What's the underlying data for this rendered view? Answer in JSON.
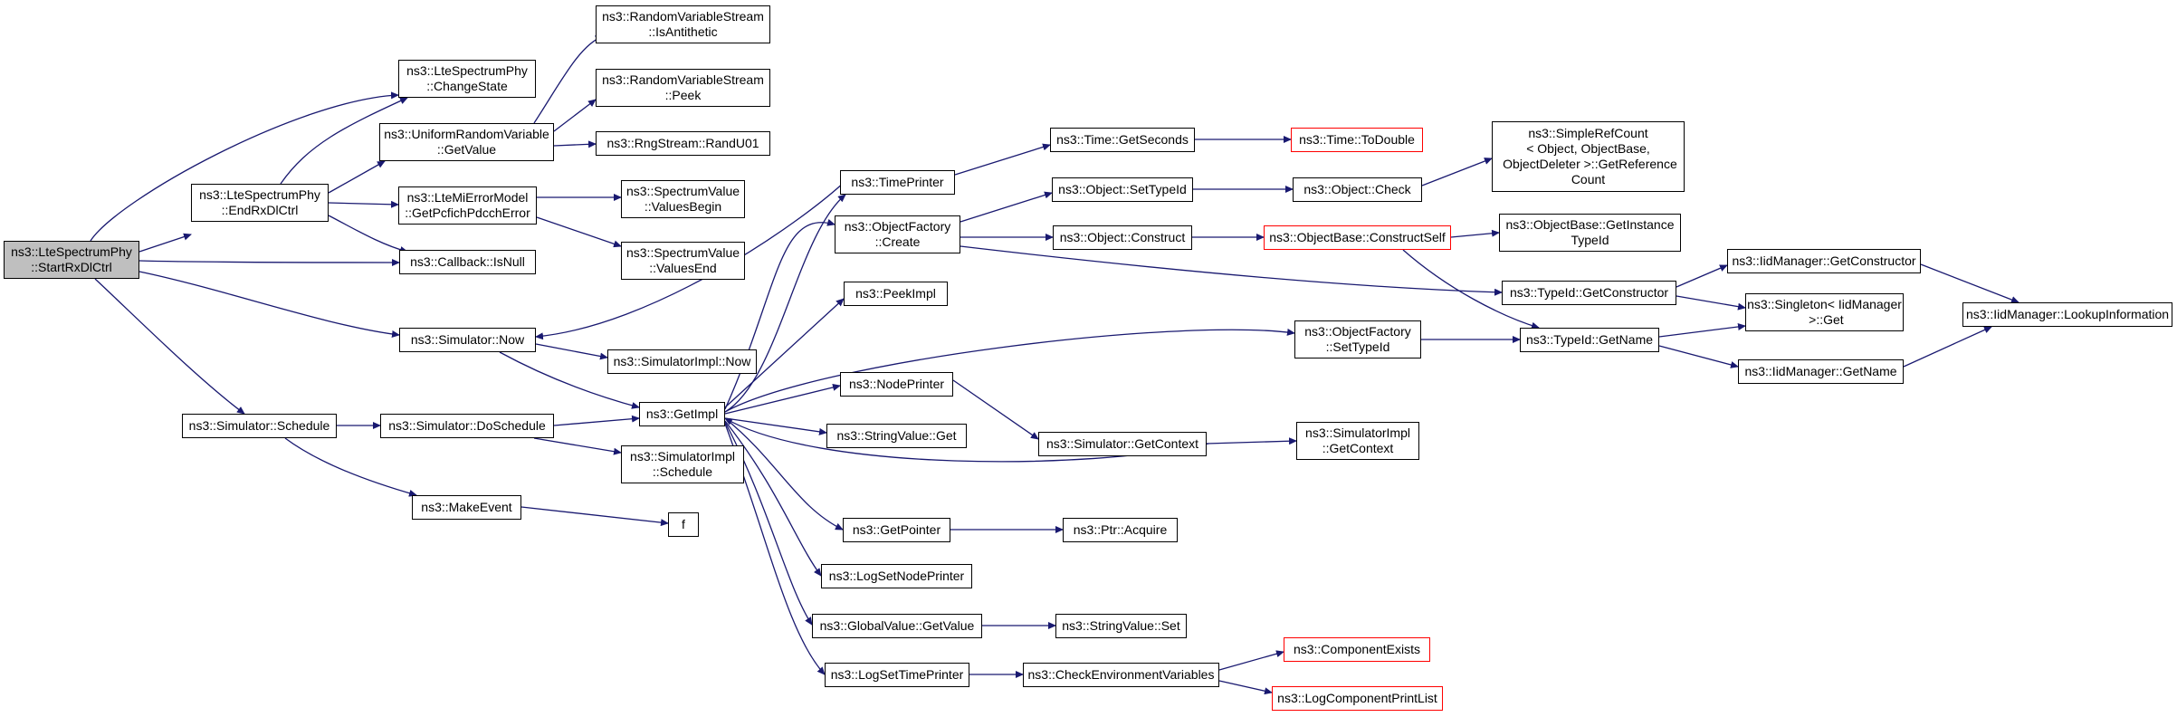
{
  "nodes": {
    "startrx": "ns3::LteSpectrumPhy\n::StartRxDlCtrl",
    "endrx": "ns3::LteSpectrumPhy\n::EndRxDlCtrl",
    "changestate": "ns3::LteSpectrumPhy\n::ChangeState",
    "urv_getvalue": "ns3::UniformRandomVariable\n::GetValue",
    "lteerr": "ns3::LteMiErrorModel\n::GetPcfichPdcchError",
    "cb_isnull": "ns3::Callback::IsNull",
    "rvs_isantithetic": "ns3::RandomVariableStream\n::IsAntithetic",
    "rvs_peek": "ns3::RandomVariableStream\n::Peek",
    "rng_randu01": "ns3::RngStream::RandU01",
    "sv_valuesbegin": "ns3::SpectrumValue\n::ValuesBegin",
    "sv_valuesend": "ns3::SpectrumValue\n::ValuesEnd",
    "sim_now": "ns3::Simulator::Now",
    "simimpl_now": "ns3::SimulatorImpl::Now",
    "getimpl": "ns3::GetImpl",
    "sim_schedule": "ns3::Simulator::Schedule",
    "sim_doschedule": "ns3::Simulator::DoSchedule",
    "simimpl_schedule": "ns3::SimulatorImpl\n::Schedule",
    "makeevent": "ns3::MakeEvent",
    "f": "f",
    "timeprinter": "ns3::TimePrinter",
    "objfactory_create": "ns3::ObjectFactory\n::Create",
    "peekimpl": "ns3::PeekImpl",
    "nodeprinter": "ns3::NodePrinter",
    "stringvalue_get": "ns3::StringValue::Get",
    "getpointer": "ns3::GetPointer",
    "logsetnodeprinter": "ns3::LogSetNodePrinter",
    "globalvalue_getvalue": "ns3::GlobalValue::GetValue",
    "logsettimeprinter": "ns3::LogSetTimePrinter",
    "time_getseconds": "ns3::Time::GetSeconds",
    "time_todouble": "ns3::Time::ToDouble",
    "object_settypeid": "ns3::Object::SetTypeId",
    "object_check": "ns3::Object::Check",
    "object_construct": "ns3::Object::Construct",
    "objbase_constructself": "ns3::ObjectBase::ConstructSelf",
    "simplerefcount": "ns3::SimpleRefCount\n< Object, ObjectBase,\n ObjectDeleter >::GetReference\nCount",
    "objbase_getinstancetypeid": "ns3::ObjectBase::GetInstance\nTypeId",
    "typeid_getconstructor": "ns3::TypeId::GetConstructor",
    "typeid_getname": "ns3::TypeId::GetName",
    "objfactory_settypeid": "ns3::ObjectFactory\n::SetTypeId",
    "sim_getcontext": "ns3::Simulator::GetContext",
    "simimpl_getcontext": "ns3::SimulatorImpl\n::GetContext",
    "ptr_acquire": "ns3::Ptr::Acquire",
    "stringvalue_set": "ns3::StringValue::Set",
    "checkenvvars": "ns3::CheckEnvironmentVariables",
    "componentexists": "ns3::ComponentExists",
    "logcomponentprintlist": "ns3::LogComponentPrintList",
    "iidmgr_getconstructor": "ns3::IidManager::GetConstructor",
    "singleton_get": "ns3::Singleton< IidManager\n >::Get",
    "iidmgr_getname": "ns3::IidManager::GetName",
    "iidmgr_lookupinfo": "ns3::IidManager::LookupInformation"
  },
  "colors": {
    "edge": "#191970",
    "root_fill": "#bfbfbf",
    "truncated_border": "#ff0000"
  }
}
